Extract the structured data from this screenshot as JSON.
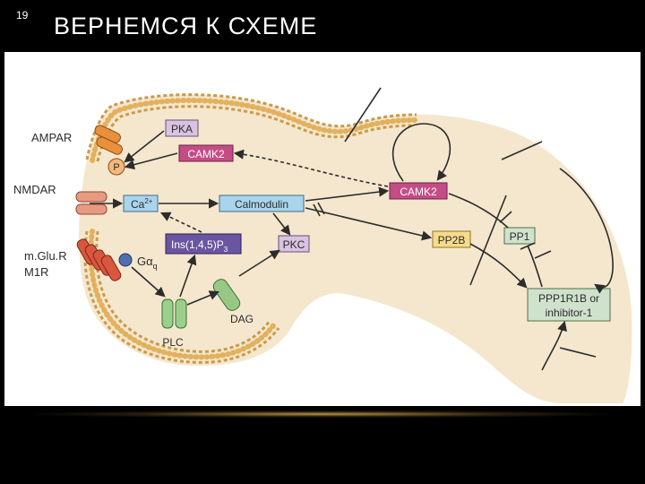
{
  "slide": {
    "number": "19",
    "title": "ВЕРНЕМСЯ К СХЕМЕ"
  },
  "receptors": {
    "ampar": "AMPAR",
    "nmdar": "NMDAR",
    "mglur_line1": "m.Glu.R",
    "mglur_line2": "M1R"
  },
  "nodes": {
    "pka": "PKA",
    "camk2_inner": "CAMK2",
    "p": "P",
    "ca": "Ca",
    "ca_sup": "2+",
    "calmodulin": "Calmodulin",
    "ins_main": "Ins(1,4,5)P",
    "ins_sub": "3",
    "pkc": "PKC",
    "galpha": "Gα",
    "galpha_sub": "q",
    "plc": "PLC",
    "dag": "DAG",
    "camk2_outer": "CAMK2",
    "pp2b": "PP2B",
    "pp1": "PP1",
    "ppp1r1b_line1": "PPP1R1B or",
    "ppp1r1b_line2": "inhibitor-1"
  },
  "colors": {
    "spine_fill": "#f4e7cd",
    "membrane": "#c99a4c",
    "bead": "#e3b15e",
    "pka_box": "#d8c3e1",
    "camk2_box": "#c44d86",
    "ca_box": "#a9d5ec",
    "calmodulin_box": "#a9d5ec",
    "ins_box": "#6a56a0",
    "pkc_box": "#d8c3e1",
    "pp2b_box": "#f6dc8a",
    "pp1_box": "#cfe2cc",
    "ppp1r1b_box": "#cfe2cc",
    "ampar": "#e8903a",
    "nmdar": "#e79a82",
    "mglur": "#d9573e",
    "plc": "#9bcf8c",
    "dag": "#98c886",
    "g_protein": "#4f6fb0",
    "arrow": "#2c2c2c"
  }
}
